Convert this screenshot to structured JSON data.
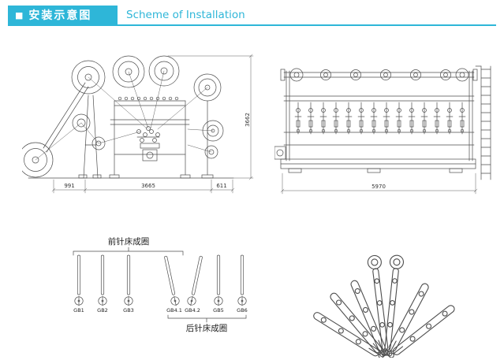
{
  "header": {
    "bullet": "■",
    "title_cn": "安装示意图",
    "title_en": "Scheme of Installation"
  },
  "palette": {
    "accent": "#2eb6d8",
    "line_color": "#4d4d4d"
  },
  "side_view": {
    "dim_left": "991",
    "dim_mid": "3665",
    "dim_right": "611",
    "dim_height": "3662"
  },
  "front_view": {
    "dim_width": "5970"
  },
  "needle_diagram": {
    "front_label": "前针床成圈",
    "back_label": "后针床成圈",
    "bars": [
      "GB1",
      "GB2",
      "GB3",
      "GB4.1",
      "GB4.2",
      "GB5",
      "GB6"
    ]
  }
}
